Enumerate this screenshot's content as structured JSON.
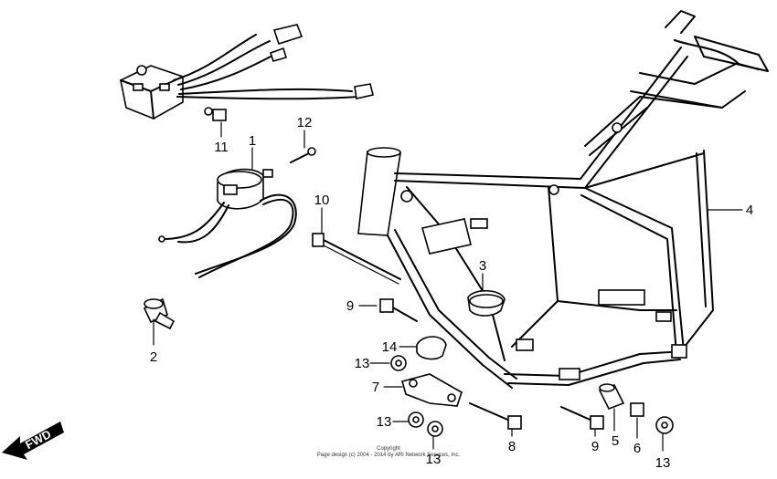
{
  "callouts": {
    "c1": "1",
    "c2": "2",
    "c3": "3",
    "c4": "4",
    "c5": "5",
    "c6": "6",
    "c7": "7",
    "c8": "8",
    "c9a": "9",
    "c9b": "9",
    "c10": "10",
    "c11": "11",
    "c12": "12",
    "c13a": "13",
    "c13b": "13",
    "c13c": "13",
    "c13d": "13",
    "c14": "14"
  },
  "fwd": "FWD",
  "copyright": {
    "line1": "Copyright",
    "line2": "Page design (c) 2004 - 2014 by ARI Network Services, Inc."
  }
}
